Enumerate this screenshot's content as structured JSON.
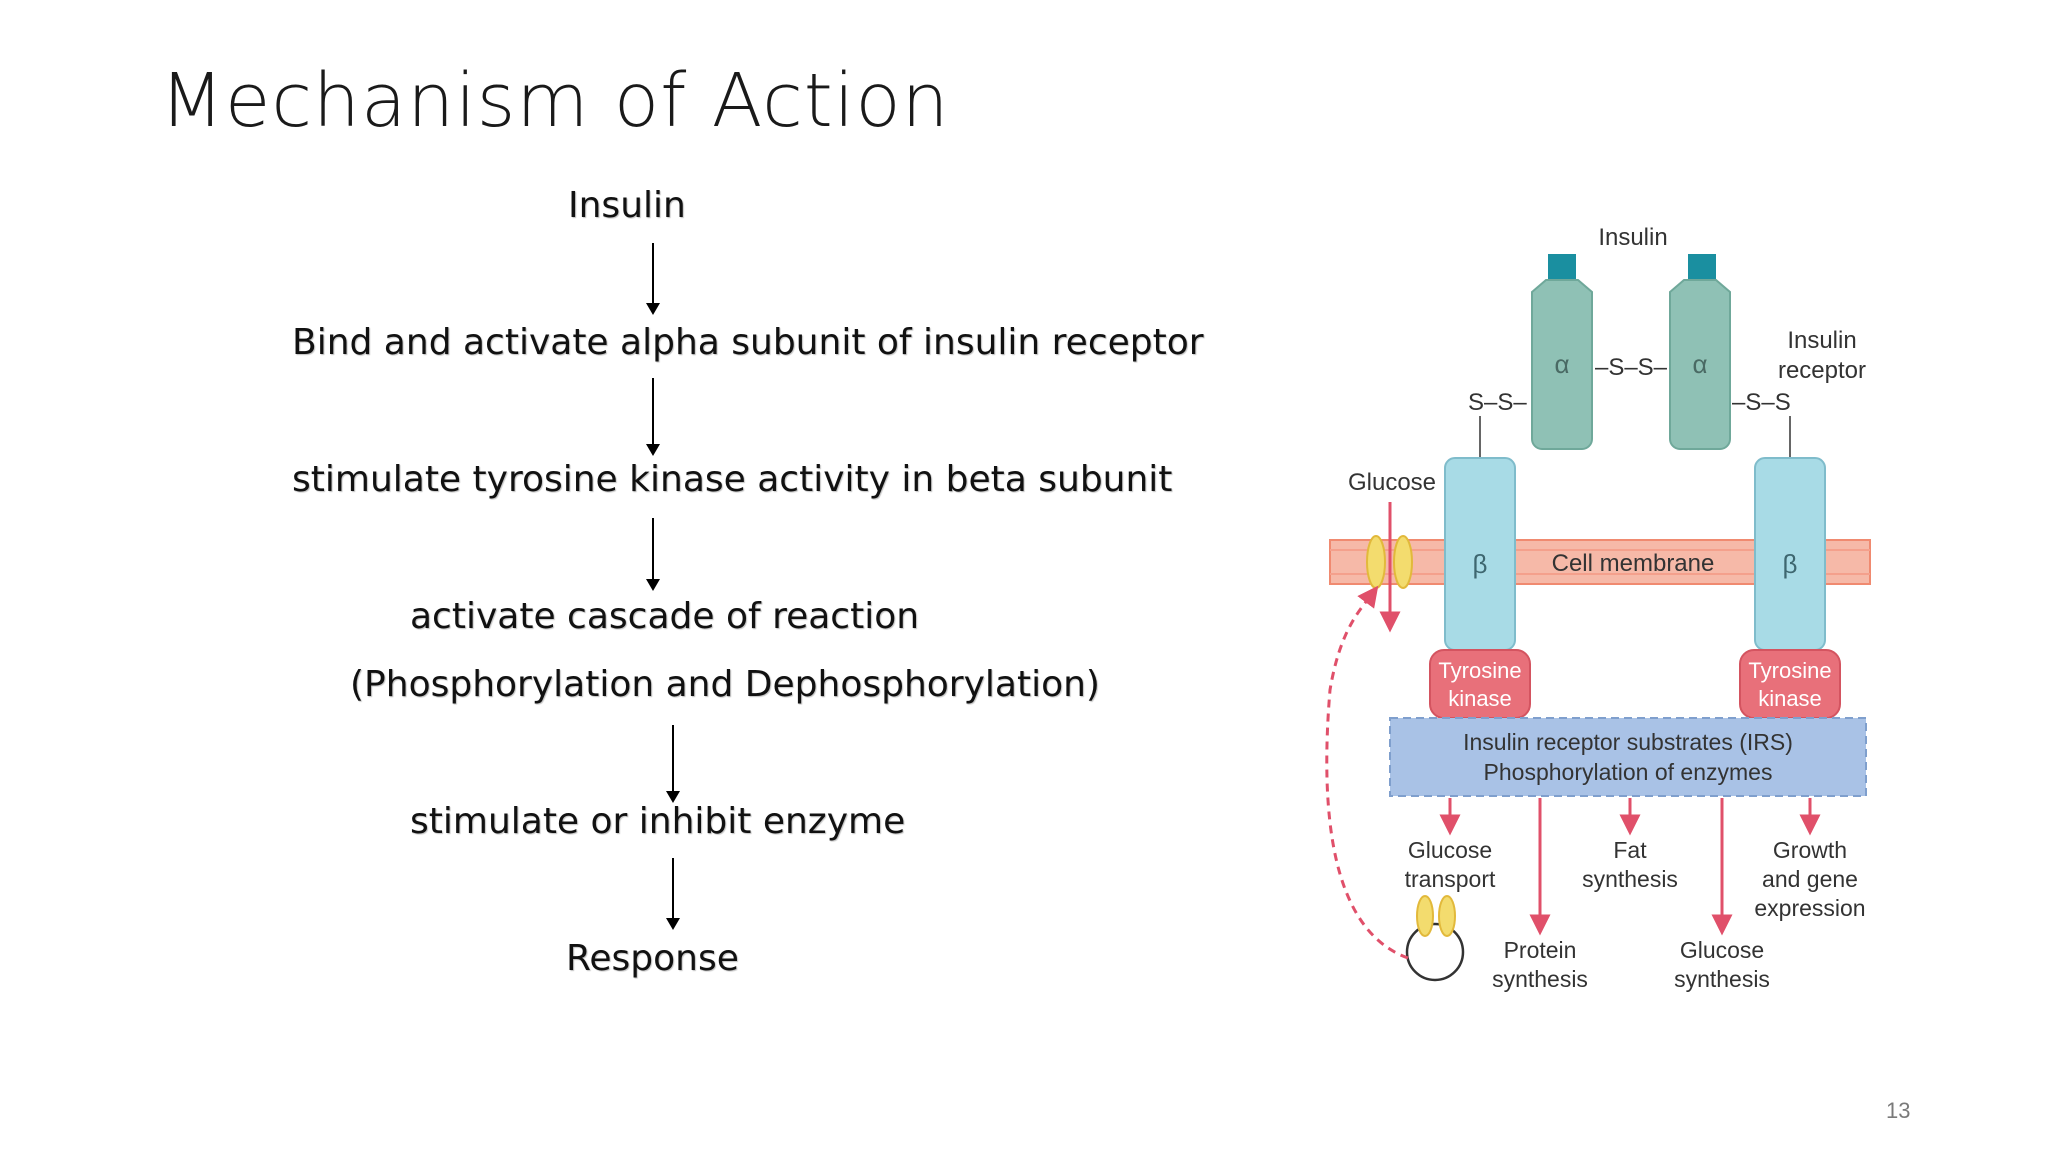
{
  "slide": {
    "title": "Mechanism of Action",
    "page_number": "13"
  },
  "flow": {
    "step1": "Insulin",
    "step2": "Bind and activate alpha subunit of insulin receptor",
    "step3": "stimulate tyrosine kinase activity in beta subunit",
    "step4a": "activate cascade of reaction",
    "step4b": "(Phosphorylation and Dephosphorylation)",
    "step5": "stimulate or inhibit enzyme",
    "step6": "Response"
  },
  "diagram": {
    "insulin": "Insulin",
    "insulin_receptor_1": "Insulin",
    "insulin_receptor_2": "receptor",
    "alpha": "α",
    "beta": "β",
    "disulfide_center": "–S–S–",
    "disulfide_left": "S–S–",
    "disulfide_right": "–S–S",
    "glucose": "Glucose",
    "cell_membrane": "Cell membrane",
    "tyrosine": "Tyrosine",
    "kinase": "kinase",
    "irs_line1": "Insulin receptor substrates (IRS)",
    "irs_line2": "Phosphorylation of enzymes",
    "glucose_transport_1": "Glucose",
    "glucose_transport_2": "transport",
    "fat_synthesis_1": "Fat",
    "fat_synthesis_2": "synthesis",
    "growth_1": "Growth",
    "growth_2": "and gene",
    "growth_3": "expression",
    "protein_synthesis_1": "Protein",
    "protein_synthesis_2": "synthesis",
    "glucose_synthesis_1": "Glucose",
    "glucose_synthesis_2": "synthesis",
    "colors": {
      "alpha_fill": "#8fc1b5",
      "beta_fill": "#a8dbe6",
      "kinase_fill": "#e8707a",
      "membrane_fill": "#f6b9a8",
      "irs_fill": "#a9c2e6",
      "insulin_fill": "#1a8fa0",
      "arrow_red": "#e0506a",
      "channel_yellow": "#f3dc6e"
    }
  }
}
